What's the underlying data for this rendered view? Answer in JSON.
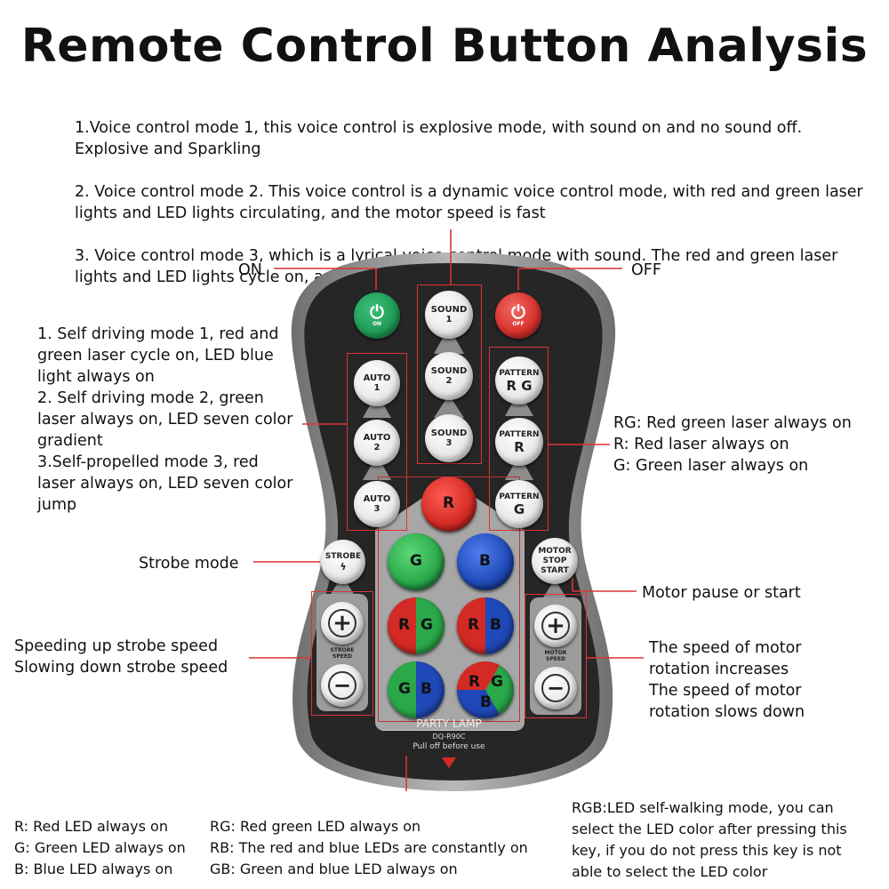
{
  "title": "Remote Control Button Analysis",
  "intro": [
    "1.Voice control mode 1, this voice control is explosive mode, with sound on and no sound off. Explosive and Sparkling",
    "2. Voice control mode 2. This voice control is a dynamic voice control mode, with red and green laser lights and LED lights circulating, and the motor speed is fast",
    "3. Voice control mode 3, which is a lyrical voice control mode with sound. The red and green laser lights and LED lights cycle on, and the motor rotates slowly"
  ],
  "callouts": {
    "on": "ON",
    "off": "OFF",
    "self_driving": "1. Self driving mode 1, red and green laser cycle on, LED blue light always on\n2. Self driving mode 2, green laser always on, LED seven color gradient\n3.Self-propelled mode 3, red laser always on, LED seven color jump",
    "pattern": "RG: Red green laser always on\nR: Red laser always on\nG: Green laser always on",
    "strobe_mode": "Strobe mode",
    "motor_pause": "Motor pause or start",
    "strobe_speed": "Speeding up strobe speed\nSlowing down strobe speed",
    "motor_speed": "The speed of motor\nrotation increases\nThe speed of motor\nrotation slows down"
  },
  "legend": {
    "col1": "R: Red LED always on\nG: Green LED always on\nB: Blue LED always on",
    "col2": "RG: Red green LED always on\nRB: The red and blue LEDs are constantly on\nGB: Green and blue LED always on",
    "col3": "RGB:LED self-walking mode, you can select the LED color after pressing this key, if you do not press this key is not able to select the LED color"
  },
  "remote": {
    "power_on_label": "ON",
    "power_off_label": "OFF",
    "sound_word": "SOUND",
    "sound_nums": [
      "1",
      "2",
      "3"
    ],
    "auto_word": "AUTO",
    "auto_nums": [
      "1",
      "2",
      "3"
    ],
    "pattern_word": "PATTERN",
    "pattern_suffixes": [
      "R G",
      "R",
      "G"
    ],
    "strobe_word": "STROBE",
    "motor_lines": [
      "MOTOR",
      "STOP",
      "START"
    ],
    "strobe_speed_label": "STROBE\nSPEED",
    "motor_speed_label": "MOTOR\nSPEED",
    "color_letters": {
      "r": "R",
      "g": "G",
      "b": "B"
    },
    "brand": "PARTY LAMP",
    "model": "DQ-R90C",
    "pull_off": "Pull off before use",
    "plus": "+",
    "minus": "−"
  },
  "colors": {
    "remote_body": "#2b2b2b",
    "remote_rim": "#9a9a9a",
    "panel": "#a9a9a9",
    "power_on": "#1f9a55",
    "power_off": "#d8302c",
    "red": "#d42a25",
    "green": "#2aa84a",
    "blue": "#1f49b8",
    "callout_line": "#d33"
  }
}
